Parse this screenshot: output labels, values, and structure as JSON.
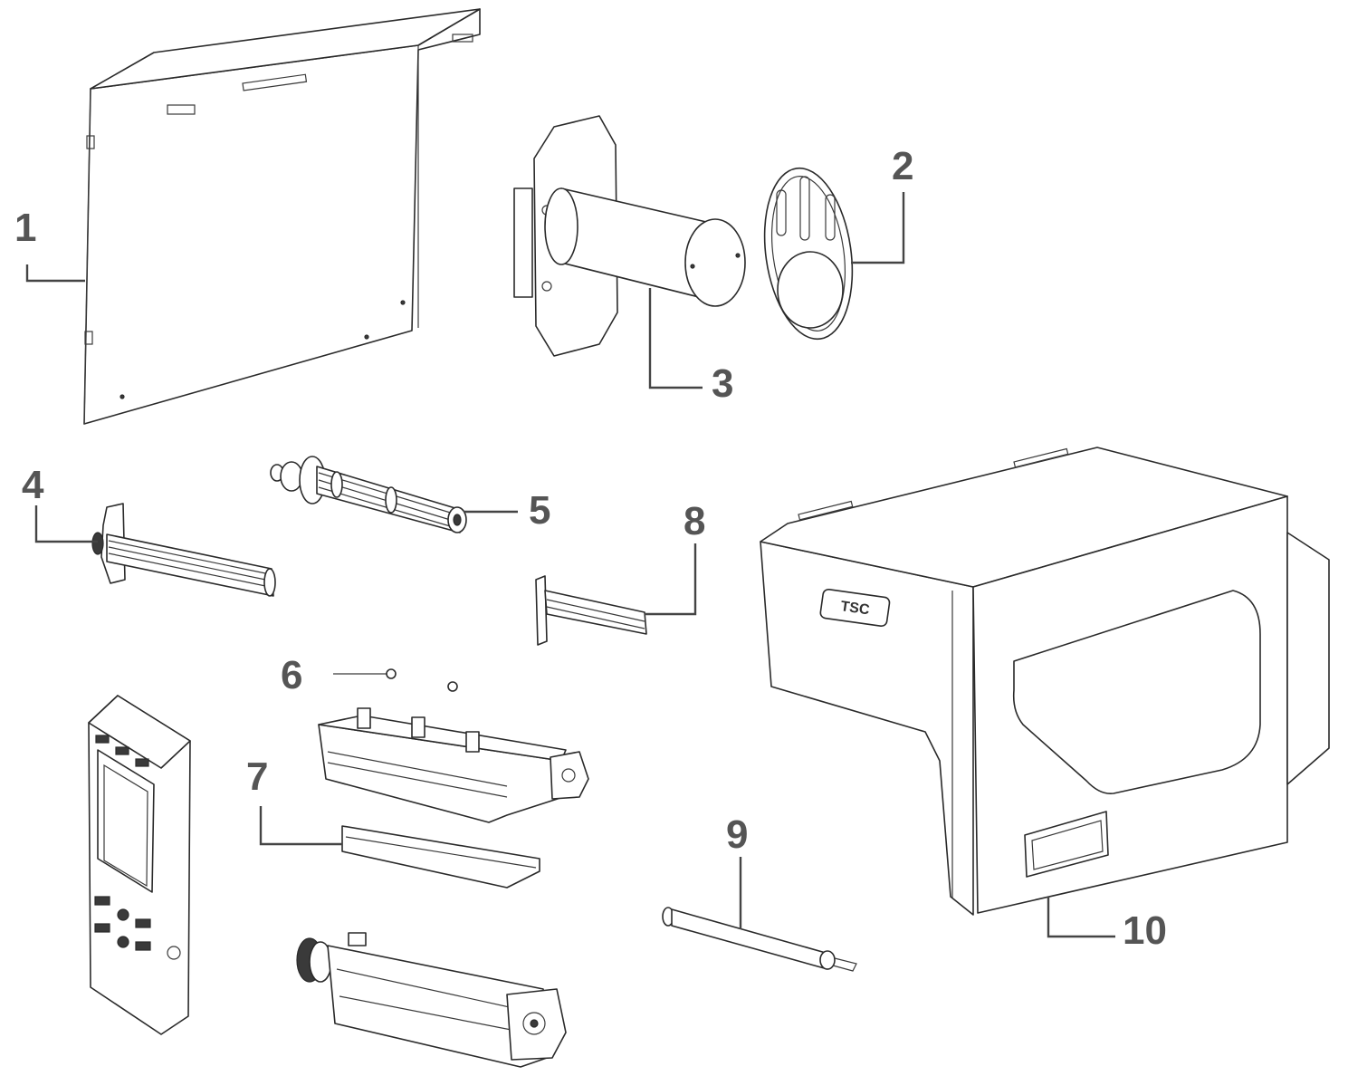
{
  "callouts": {
    "c1": "1",
    "c2": "2",
    "c3": "3",
    "c4": "4",
    "c5": "5",
    "c6": "6",
    "c7": "7",
    "c8": "8",
    "c9": "9",
    "c10": "10"
  },
  "cover": {
    "logo": "TSC"
  }
}
